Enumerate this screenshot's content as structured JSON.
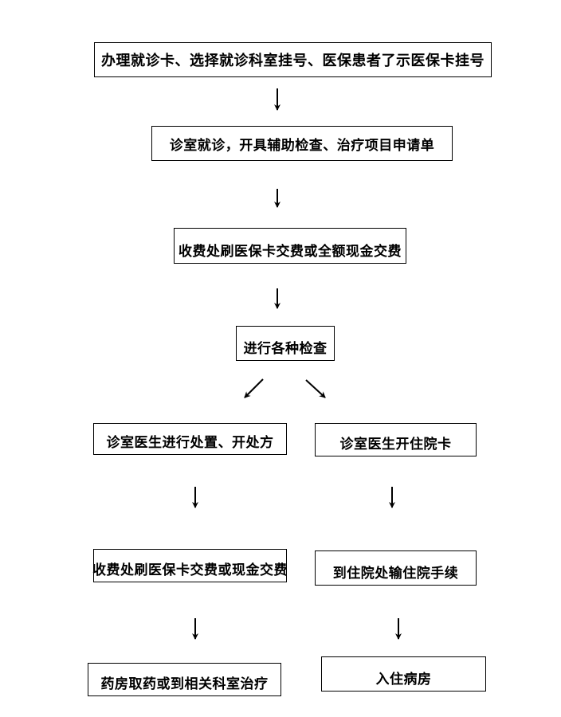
{
  "page": {
    "background_color": "#ffffff",
    "line_color": "#000000"
  },
  "flowchart": {
    "nodes": [
      {
        "id": "register",
        "label": "办理就诊卡、选择就诊科室挂号、医保患者了示医保卡挂号"
      },
      {
        "id": "clinic-visit",
        "label": "诊室就诊，开具辅助检查、治疗项目申请单"
      },
      {
        "id": "pay-full",
        "label": "收费处刷医保卡交费或全额现金交费"
      },
      {
        "id": "exams",
        "label": "进行各种检查"
      },
      {
        "id": "doctor-prescription",
        "label": "诊室医生进行处置、开处方"
      },
      {
        "id": "doctor-admission",
        "label": "诊室医生开住院卡"
      },
      {
        "id": "pay-cash",
        "label": "收费处刷医保卡交费或现金交费"
      },
      {
        "id": "admission-procedure",
        "label": "到住院处输住院手续"
      },
      {
        "id": "pharmacy-treatment",
        "label": "药房取药或到相关科室治疗"
      },
      {
        "id": "ward",
        "label": "入住病房"
      }
    ],
    "edges": [
      {
        "from": "register",
        "to": "clinic-visit"
      },
      {
        "from": "clinic-visit",
        "to": "pay-full"
      },
      {
        "from": "pay-full",
        "to": "exams"
      },
      {
        "from": "exams",
        "to": "doctor-prescription"
      },
      {
        "from": "exams",
        "to": "doctor-admission"
      },
      {
        "from": "doctor-prescription",
        "to": "pay-cash"
      },
      {
        "from": "doctor-admission",
        "to": "admission-procedure"
      },
      {
        "from": "pay-cash",
        "to": "pharmacy-treatment"
      },
      {
        "from": "admission-procedure",
        "to": "ward"
      }
    ]
  }
}
